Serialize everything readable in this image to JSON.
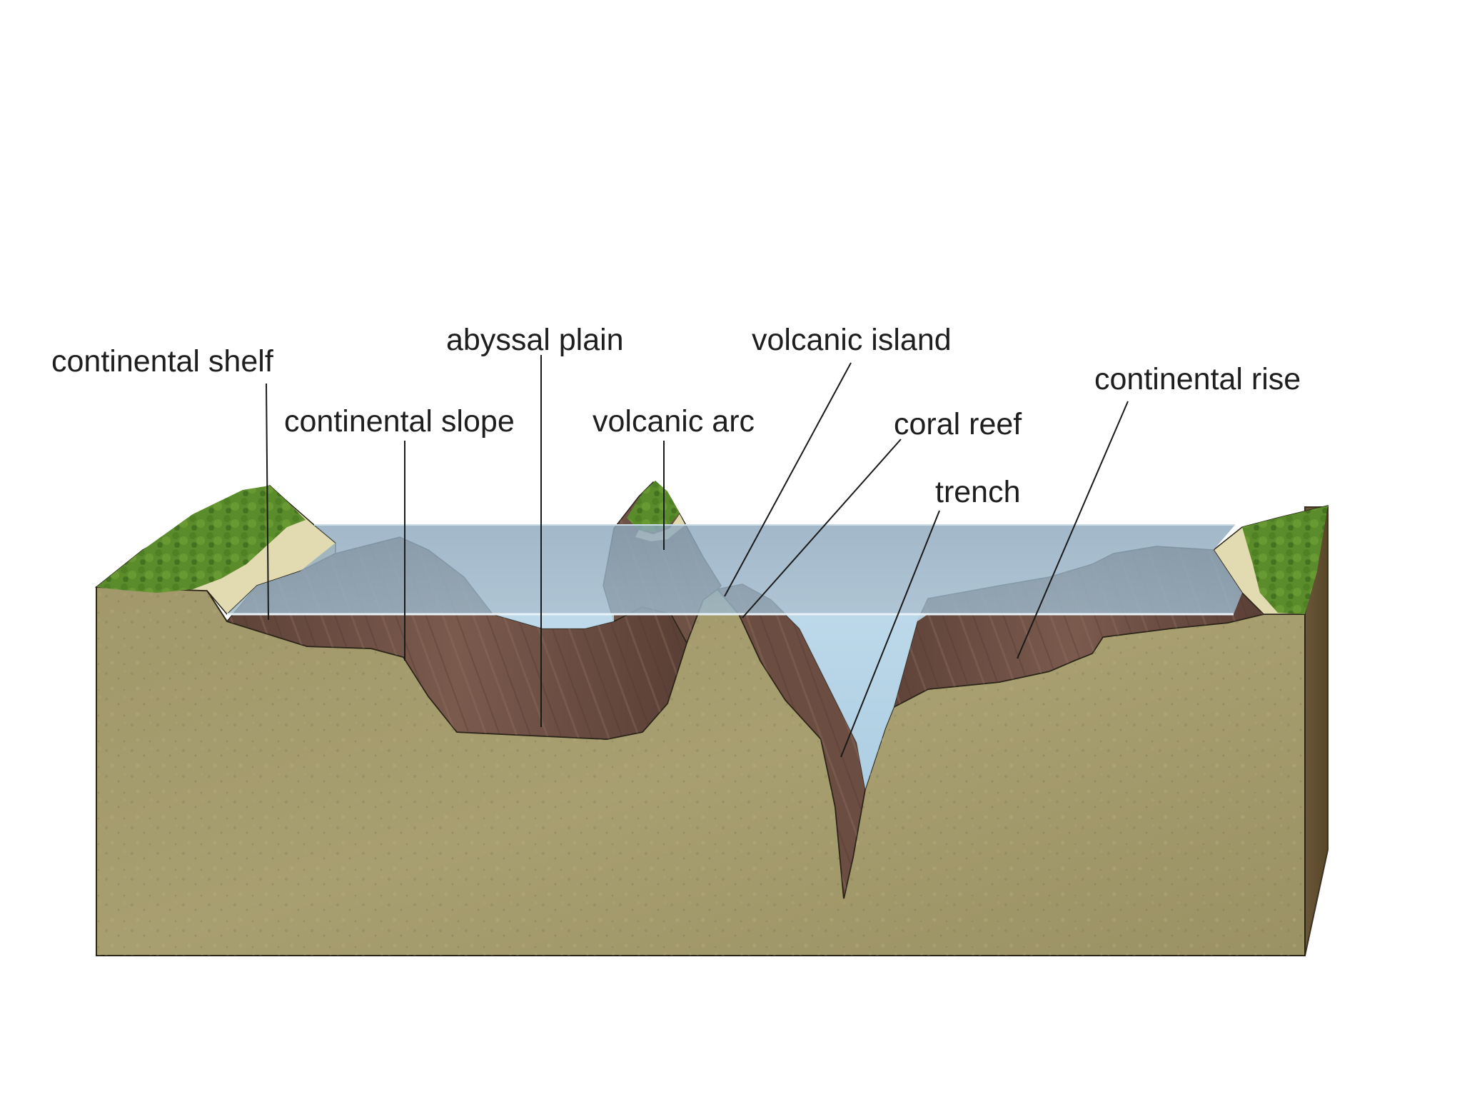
{
  "labels": {
    "continental_shelf": "continental shelf",
    "continental_slope": "continental slope",
    "abyssal_plain": "abyssal plain",
    "volcanic_arc": "volcanic arc",
    "volcanic_island": "volcanic island",
    "coral_reef": "coral reef",
    "trench": "trench",
    "continental_rise": "continental rise"
  },
  "colors": {
    "sediment": "#a39a6a",
    "rock_brown": "#6b4d42",
    "water_surface": "#8fa9bd",
    "water_deep": "#b7d6e8",
    "vegetation": "#5e8f2e",
    "beach": "#e3dcb2",
    "block_side": "#6e5a3c"
  }
}
